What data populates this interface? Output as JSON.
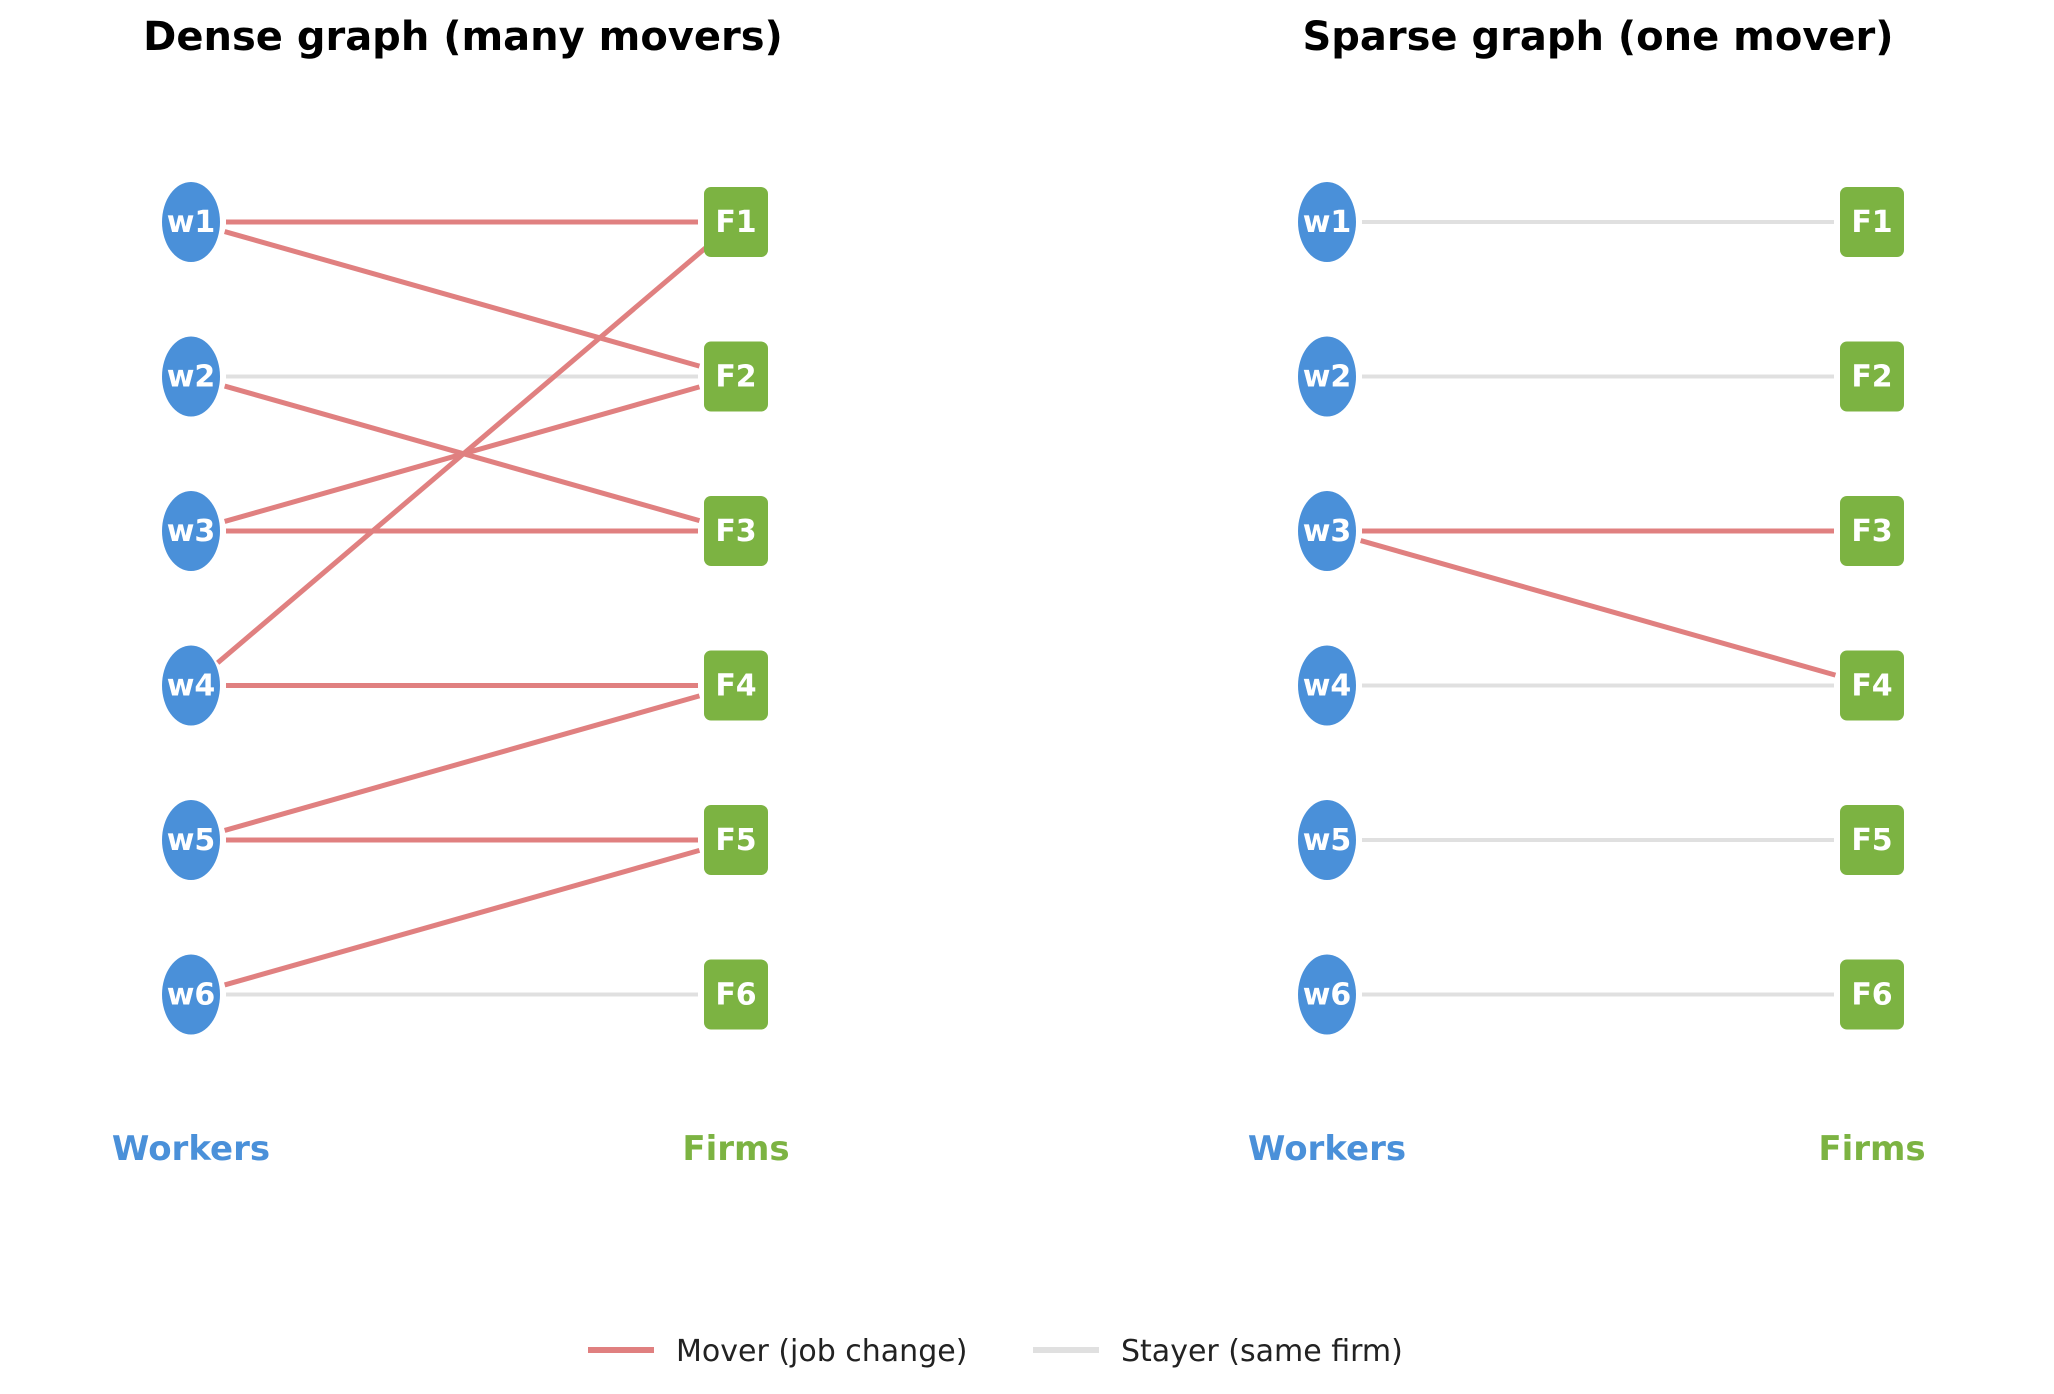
{
  "colors": {
    "worker": "#4a90d9",
    "firm": "#7cb342",
    "mover": "#e08080",
    "stayer": "#e0e0e0"
  },
  "panels": [
    {
      "title": "Dense graph  (many movers)",
      "workers": [
        "w1",
        "w2",
        "w3",
        "w4",
        "w5",
        "w6"
      ],
      "firms": [
        "F1",
        "F2",
        "F3",
        "F4",
        "F5",
        "F6"
      ],
      "workers_label": "Workers",
      "firms_label": "Firms",
      "edges": [
        {
          "worker": "w1",
          "firm": "F1",
          "type": "mover"
        },
        {
          "worker": "w1",
          "firm": "F2",
          "type": "mover"
        },
        {
          "worker": "w2",
          "firm": "F2",
          "type": "stayer"
        },
        {
          "worker": "w2",
          "firm": "F3",
          "type": "mover"
        },
        {
          "worker": "w3",
          "firm": "F2",
          "type": "mover"
        },
        {
          "worker": "w3",
          "firm": "F3",
          "type": "mover"
        },
        {
          "worker": "w4",
          "firm": "F1",
          "type": "mover"
        },
        {
          "worker": "w4",
          "firm": "F4",
          "type": "mover"
        },
        {
          "worker": "w5",
          "firm": "F4",
          "type": "mover"
        },
        {
          "worker": "w5",
          "firm": "F5",
          "type": "mover"
        },
        {
          "worker": "w6",
          "firm": "F5",
          "type": "mover"
        },
        {
          "worker": "w6",
          "firm": "F6",
          "type": "stayer"
        }
      ]
    },
    {
      "title": "Sparse graph  (one mover)",
      "workers": [
        "w1",
        "w2",
        "w3",
        "w4",
        "w5",
        "w6"
      ],
      "firms": [
        "F1",
        "F2",
        "F3",
        "F4",
        "F5",
        "F6"
      ],
      "workers_label": "Workers",
      "firms_label": "Firms",
      "edges": [
        {
          "worker": "w1",
          "firm": "F1",
          "type": "stayer"
        },
        {
          "worker": "w2",
          "firm": "F2",
          "type": "stayer"
        },
        {
          "worker": "w3",
          "firm": "F3",
          "type": "mover"
        },
        {
          "worker": "w3",
          "firm": "F4",
          "type": "mover"
        },
        {
          "worker": "w4",
          "firm": "F4",
          "type": "stayer"
        },
        {
          "worker": "w5",
          "firm": "F5",
          "type": "stayer"
        },
        {
          "worker": "w6",
          "firm": "F6",
          "type": "stayer"
        }
      ]
    }
  ],
  "legend": {
    "mover_label": "Mover (job change)",
    "stayer_label": "Stayer (same firm)"
  }
}
